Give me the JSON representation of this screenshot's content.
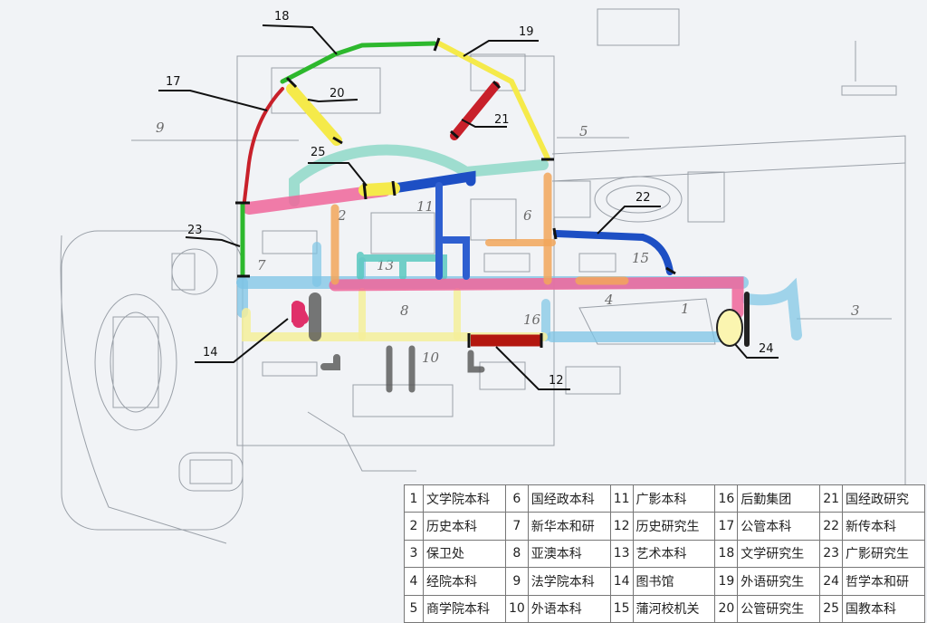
{
  "callouts": [
    "18",
    "19",
    "17",
    "20",
    "21",
    "25",
    "22",
    "23",
    "14",
    "12",
    "24"
  ],
  "faint_numbers": [
    "9",
    "5",
    "2",
    "11",
    "6",
    "7",
    "13",
    "15",
    "8",
    "4",
    "1",
    "16",
    "10",
    "3"
  ],
  "legend": [
    {
      "num": "1",
      "label": "文学院本科"
    },
    {
      "num": "6",
      "label": "国经政本科"
    },
    {
      "num": "11",
      "label": "广影本科"
    },
    {
      "num": "16",
      "label": "后勤集团"
    },
    {
      "num": "21",
      "label": "国经政研究"
    },
    {
      "num": "2",
      "label": "历史本科"
    },
    {
      "num": "7",
      "label": "新华本和研"
    },
    {
      "num": "12",
      "label": "历史研究生"
    },
    {
      "num": "17",
      "label": "公管本科"
    },
    {
      "num": "22",
      "label": "新传本科"
    },
    {
      "num": "3",
      "label": "保卫处"
    },
    {
      "num": "8",
      "label": "亚澳本科"
    },
    {
      "num": "13",
      "label": "艺术本科"
    },
    {
      "num": "18",
      "label": "文学研究生"
    },
    {
      "num": "23",
      "label": "广影研究生"
    },
    {
      "num": "4",
      "label": "经院本科"
    },
    {
      "num": "9",
      "label": "法学院本科"
    },
    {
      "num": "14",
      "label": "图书馆"
    },
    {
      "num": "19",
      "label": "外语研究生"
    },
    {
      "num": "24",
      "label": "哲学本和研"
    },
    {
      "num": "5",
      "label": "商学院本科"
    },
    {
      "num": "10",
      "label": "外语本科"
    },
    {
      "num": "15",
      "label": "蒲河校机关"
    },
    {
      "num": "20",
      "label": "公管研究生"
    },
    {
      "num": "25",
      "label": "国教本科"
    }
  ],
  "colors": {
    "pink": "#f0659a",
    "light_blue": "#7cc4e6",
    "teal": "#8fd8c8",
    "orange": "#f2a65a",
    "yellow": "#f5ea4a",
    "red": "#c8202a",
    "green": "#2db82d",
    "blue": "#1d4fc4",
    "dark_red": "#b3170f",
    "gray": "#555555",
    "pale_yellow": "#f4ef9a"
  }
}
